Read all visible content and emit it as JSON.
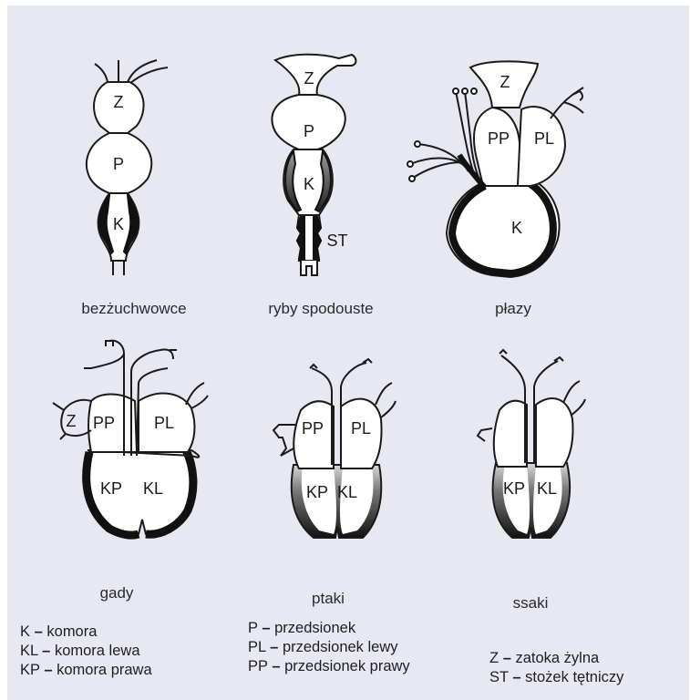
{
  "diagrams": [
    {
      "caption": "bezżuchwowce",
      "chambers": [
        "Z",
        "P",
        "K"
      ]
    },
    {
      "caption": "ryby spodouste",
      "chambers": [
        "Z",
        "P",
        "K",
        "ST"
      ]
    },
    {
      "caption": "płazy",
      "chambers": [
        "Z",
        "PP",
        "PL",
        "K"
      ]
    },
    {
      "caption": "gady",
      "chambers": [
        "Z",
        "PP",
        "PL",
        "KP",
        "KL"
      ]
    },
    {
      "caption": "ptaki",
      "chambers": [
        "PP",
        "PL",
        "KP",
        "KL"
      ]
    },
    {
      "caption": "ssaki",
      "chambers": [
        "KP",
        "KL"
      ]
    }
  ],
  "legend": [
    [
      {
        "abbr": "K",
        "dash": "–",
        "meaning": "komora"
      },
      {
        "abbr": "KL",
        "dash": "–",
        "meaning": "komora lewa"
      },
      {
        "abbr": "KP",
        "dash": "–",
        "meaning": "komora prawa"
      }
    ],
    [
      {
        "abbr": "P",
        "dash": "–",
        "meaning": "przedsionek"
      },
      {
        "abbr": "PL",
        "dash": "–",
        "meaning": "przedsionek lewy"
      },
      {
        "abbr": "PP",
        "dash": "–",
        "meaning": "przedsionek prawy"
      }
    ],
    [
      {
        "abbr": "Z",
        "dash": "–",
        "meaning": "zatoka żylna"
      },
      {
        "abbr": "ST",
        "dash": "–",
        "meaning": "stożek tętniczy"
      }
    ]
  ],
  "colors": {
    "panel": "#e7e8f2",
    "outline": "#1a1a1a",
    "wall": "#111111",
    "fill": "#ffffff"
  }
}
